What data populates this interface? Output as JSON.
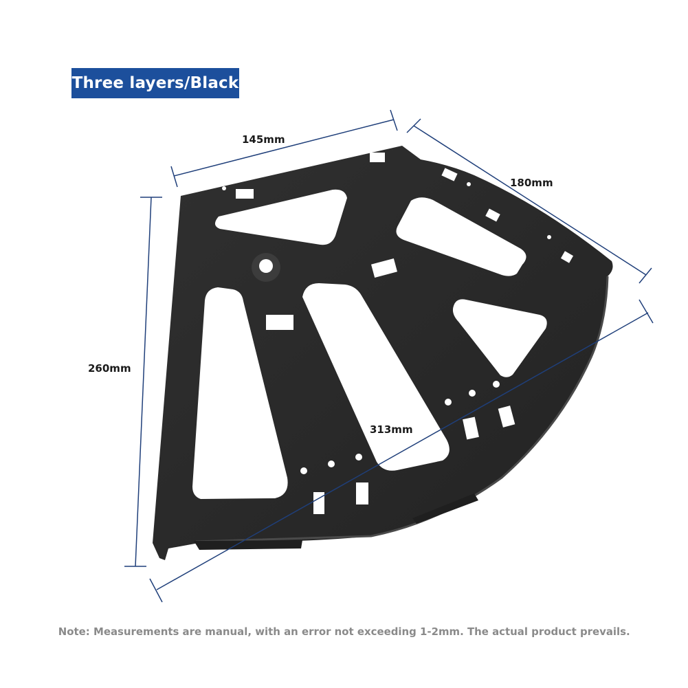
{
  "badge": {
    "label": "Three layers/Black"
  },
  "dimensions": {
    "top_width": "145mm",
    "side_width": "180mm",
    "height": "260mm",
    "diagonal": "313mm"
  },
  "note": {
    "text": "Note: Measurements are manual, with an error not exceeding 1-2mm. The actual product prevails."
  },
  "colors": {
    "badge": "#1c4f9c",
    "part": "#2a2a2a",
    "dimension_line": "#1f3f7a",
    "note": "#8a8a8a"
  }
}
